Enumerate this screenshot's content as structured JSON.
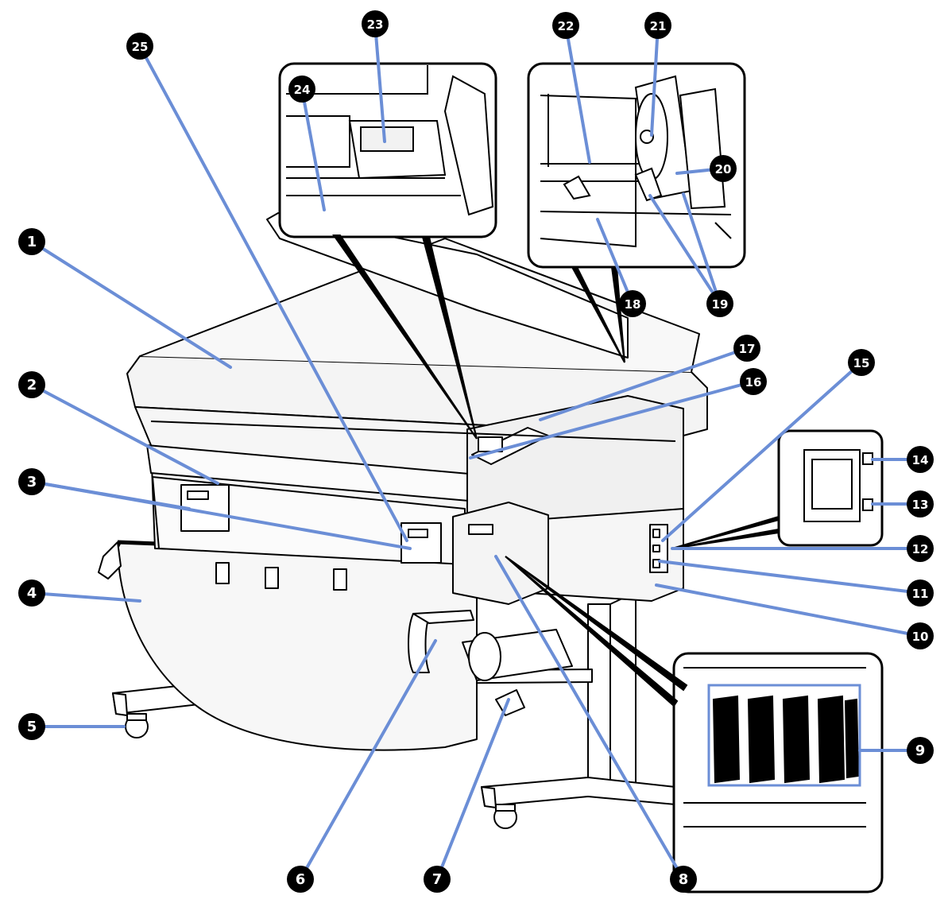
{
  "colors": {
    "callout_line": "#6b8ed6",
    "callout_badge": "#000000",
    "badge_text": "#ffffff",
    "outline": "#000000",
    "panel_fill": "#ffffff",
    "body_gray": "#f2f2f2"
  },
  "callouts": [
    {
      "id": "c1",
      "label": "1"
    },
    {
      "id": "c2",
      "label": "2"
    },
    {
      "id": "c3",
      "label": "3"
    },
    {
      "id": "c4",
      "label": "4"
    },
    {
      "id": "c5",
      "label": "5"
    },
    {
      "id": "c6",
      "label": "6"
    },
    {
      "id": "c7",
      "label": "7"
    },
    {
      "id": "c8",
      "label": "8"
    },
    {
      "id": "c9",
      "label": "9"
    },
    {
      "id": "c10",
      "label": "10"
    },
    {
      "id": "c11",
      "label": "11"
    },
    {
      "id": "c12",
      "label": "12"
    },
    {
      "id": "c13",
      "label": "13"
    },
    {
      "id": "c14",
      "label": "14"
    },
    {
      "id": "c15",
      "label": "15"
    },
    {
      "id": "c16",
      "label": "16"
    },
    {
      "id": "c17",
      "label": "17"
    },
    {
      "id": "c18",
      "label": "18"
    },
    {
      "id": "c19",
      "label": "19"
    },
    {
      "id": "c20",
      "label": "20"
    },
    {
      "id": "c21",
      "label": "21"
    },
    {
      "id": "c22",
      "label": "22"
    },
    {
      "id": "c23",
      "label": "23"
    },
    {
      "id": "c24",
      "label": "24"
    },
    {
      "id": "c25",
      "label": "25"
    }
  ]
}
